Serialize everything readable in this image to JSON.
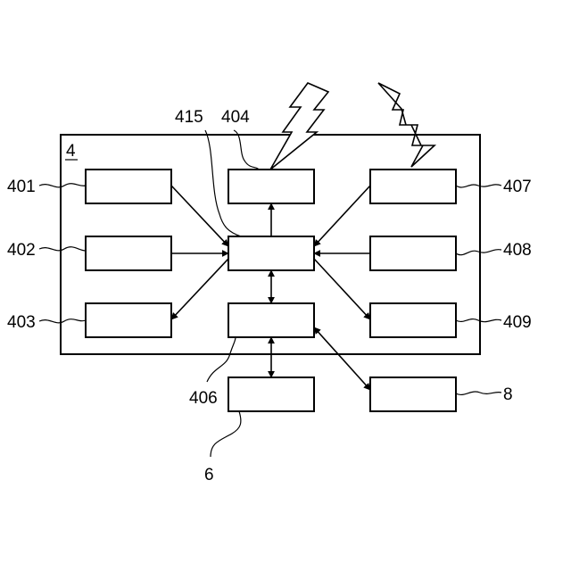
{
  "device": {
    "label": "4"
  },
  "blocks": {
    "b401": "401",
    "b402": "402",
    "b403": "403",
    "b404": "404",
    "b415": "415",
    "b406": "406",
    "b407": "407",
    "b408": "408",
    "b409": "409",
    "b6": "6",
    "b8": "8"
  },
  "colors": {
    "stroke": "#000000",
    "background": "#ffffff"
  }
}
